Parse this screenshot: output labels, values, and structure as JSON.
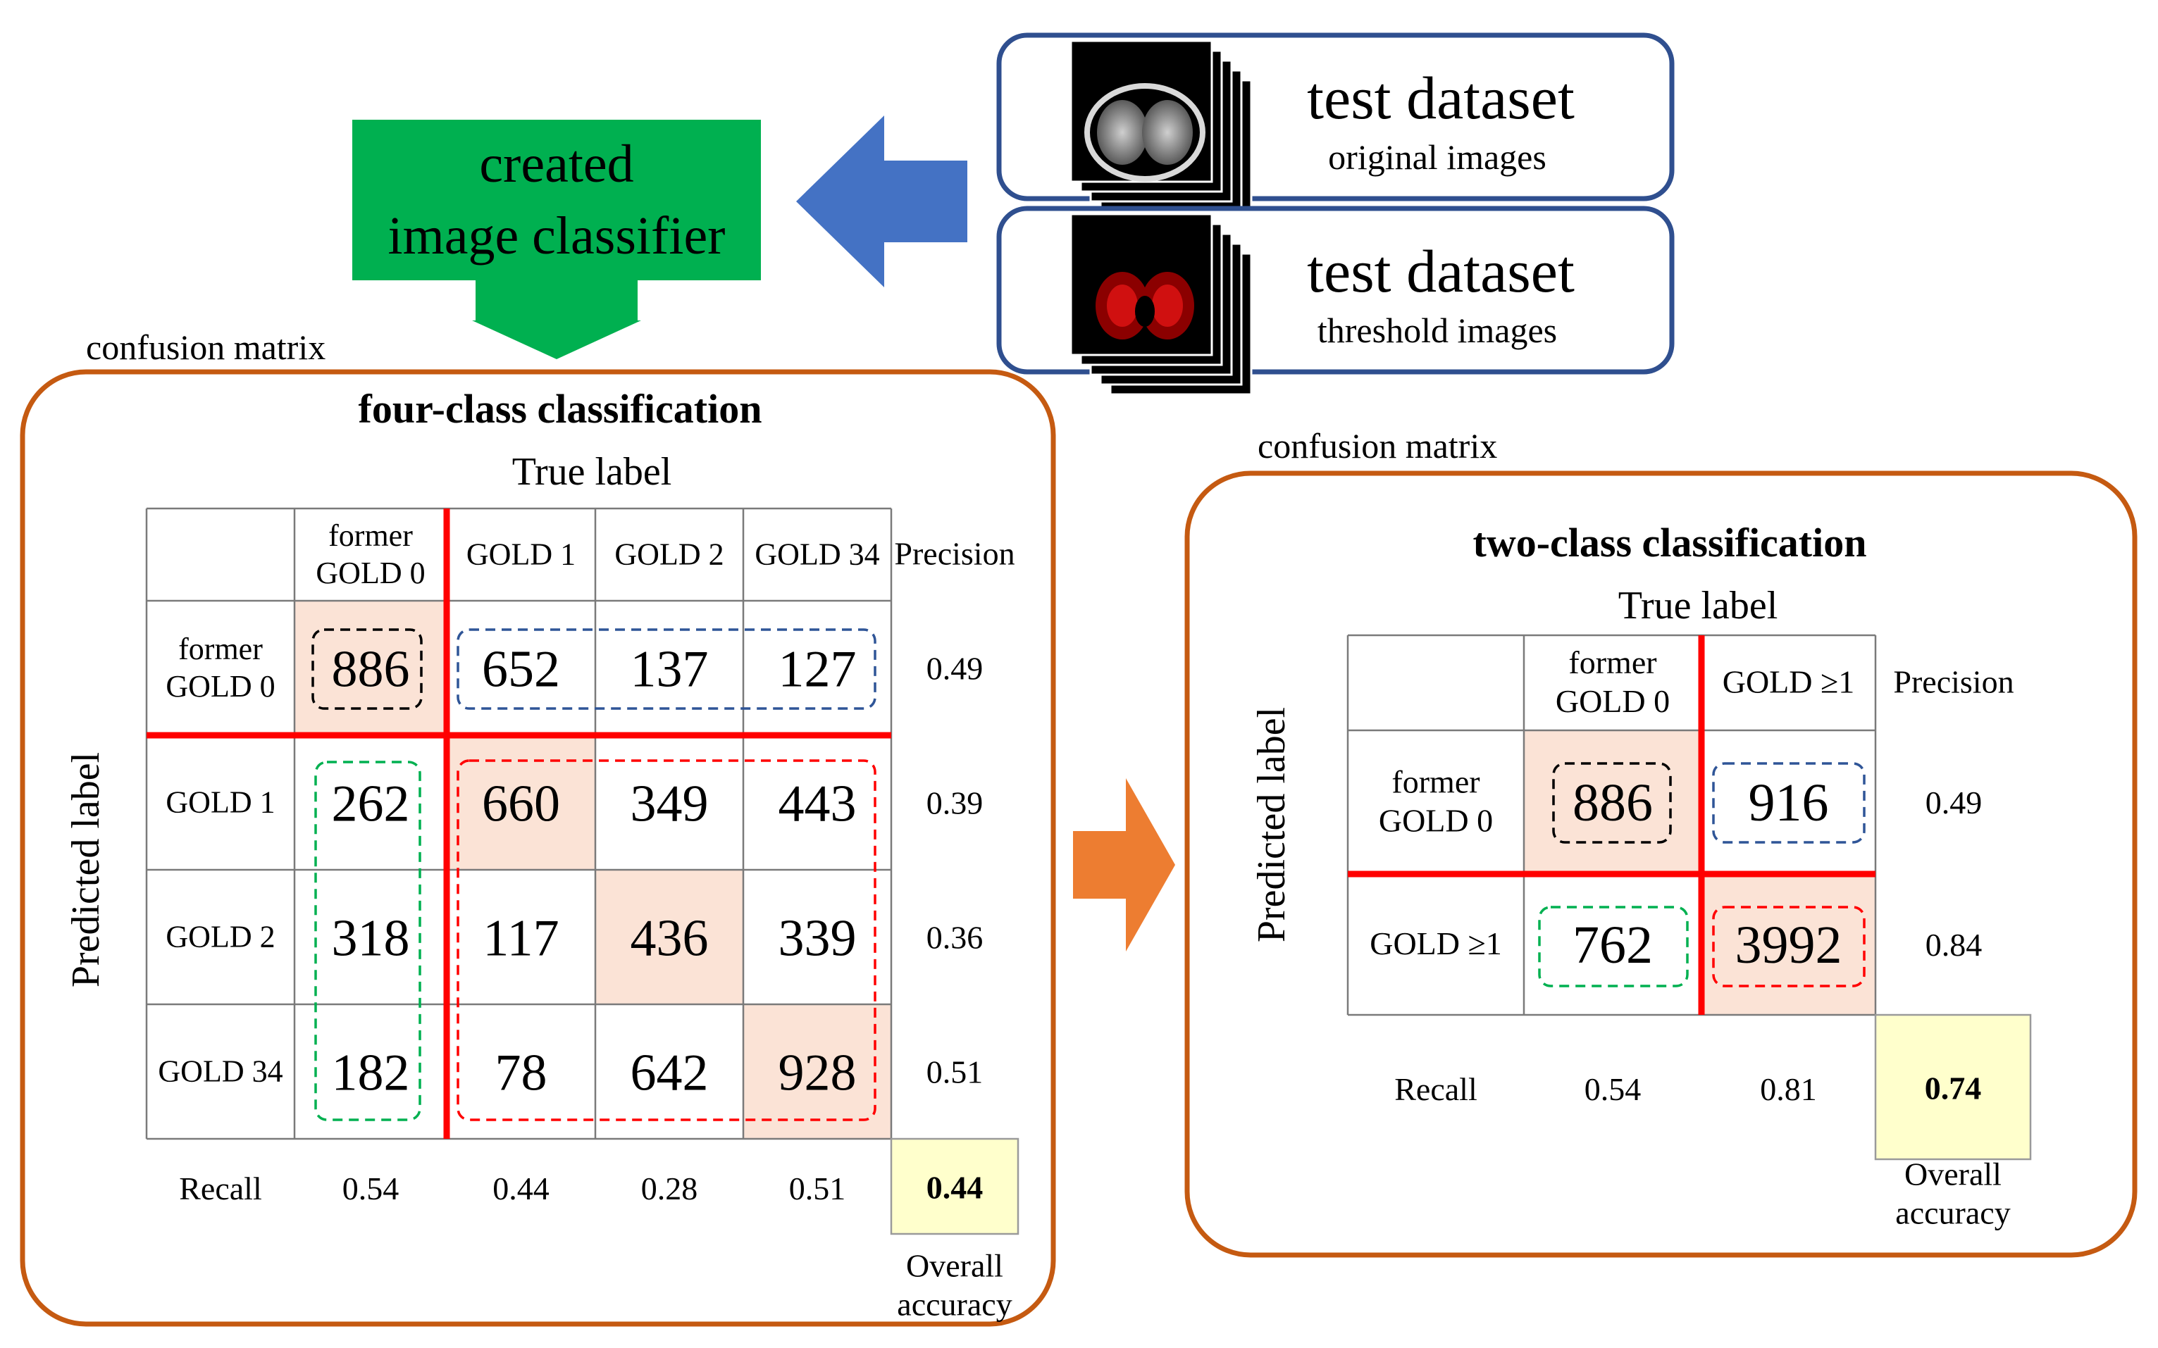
{
  "colors": {
    "classifier_green": "#00b050",
    "arrow_blue": "#4472c4",
    "dataset_border": "#2f4f8f",
    "panel_border": "#c55a11",
    "arrow_orange": "#ed7d31",
    "highlight_diag": "#fbe3d6",
    "accuracy_yellow": "#ffffcc",
    "split_line": "#ff0000",
    "dash_black": "#000000",
    "dash_blue": "#2f5597",
    "dash_green": "#00b050",
    "dash_red": "#ff0000"
  },
  "header": {
    "classifier": {
      "line1": "created",
      "line2": "image classifier"
    },
    "datasets": [
      {
        "title": "test dataset",
        "subtitle": "original images",
        "thumbnail_icon": "ct-lung-scan-stack-icon"
      },
      {
        "title": "test dataset",
        "subtitle": "threshold images",
        "thumbnail_icon": "threshold-lung-scan-stack-icon"
      }
    ]
  },
  "four_class": {
    "caption": "confusion matrix",
    "title": "four-class classification",
    "true_label": "True label",
    "predicted_label": "Predicted label",
    "columns": [
      "former\nGOLD 0",
      "GOLD 1",
      "GOLD 2",
      "GOLD 34"
    ],
    "precision_header": "Precision",
    "rows": [
      {
        "label": "former\nGOLD 0",
        "values": [
          "886",
          "652",
          "137",
          "127"
        ],
        "precision": "0.49"
      },
      {
        "label": "GOLD 1",
        "values": [
          "262",
          "660",
          "349",
          "443"
        ],
        "precision": "0.39"
      },
      {
        "label": "GOLD 2",
        "values": [
          "318",
          "117",
          "436",
          "339"
        ],
        "precision": "0.36"
      },
      {
        "label": "GOLD 34",
        "values": [
          "182",
          "78",
          "642",
          "928"
        ],
        "precision": "0.51"
      }
    ],
    "recall_label": "Recall",
    "recall": [
      "0.54",
      "0.44",
      "0.28",
      "0.51"
    ],
    "overall_accuracy": "0.44",
    "overall_label": "Overall\naccuracy"
  },
  "two_class": {
    "caption": "confusion matrix",
    "title": "two-class classification",
    "true_label": "True label",
    "predicted_label": "Predicted label",
    "columns": [
      "former\nGOLD 0",
      "GOLD ≥1"
    ],
    "precision_header": "Precision",
    "rows": [
      {
        "label": "former\nGOLD 0",
        "values": [
          "886",
          "916"
        ],
        "precision": "0.49"
      },
      {
        "label": "GOLD ≥1",
        "values": [
          "762",
          "3992"
        ],
        "precision": "0.84"
      }
    ],
    "recall_label": "Recall",
    "recall": [
      "0.54",
      "0.81"
    ],
    "overall_accuracy": "0.74",
    "overall_label": "Overall\naccuracy"
  }
}
